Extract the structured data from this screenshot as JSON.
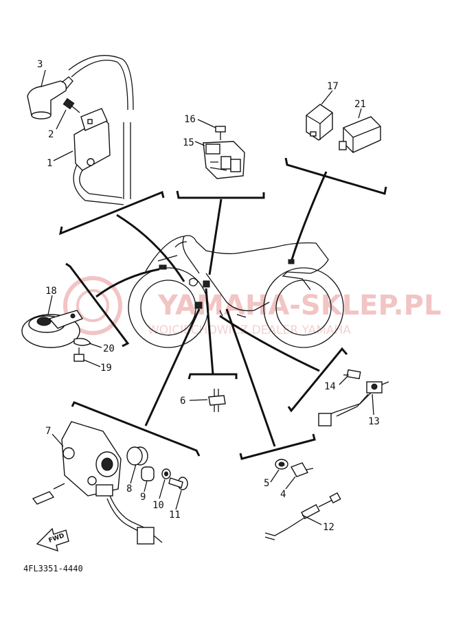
{
  "diagram": {
    "drawing_code": "4FL3351-4440",
    "fwd_label": "FWD",
    "watermark": {
      "title": "YAMAHA-SKLEP.PL",
      "subtitle": "WOJCIECHOWICZ DEALER YAMAHA",
      "color": "#e8a0a0"
    },
    "callouts": [
      {
        "id": "p1",
        "label": "1"
      },
      {
        "id": "p2",
        "label": "2"
      },
      {
        "id": "p3",
        "label": "3"
      },
      {
        "id": "p4",
        "label": "4"
      },
      {
        "id": "p5",
        "label": "5"
      },
      {
        "id": "p6",
        "label": "6"
      },
      {
        "id": "p7",
        "label": "7"
      },
      {
        "id": "p8",
        "label": "8"
      },
      {
        "id": "p9",
        "label": "9"
      },
      {
        "id": "p10",
        "label": "10"
      },
      {
        "id": "p11",
        "label": "11"
      },
      {
        "id": "p12",
        "label": "12"
      },
      {
        "id": "p13",
        "label": "13"
      },
      {
        "id": "p14",
        "label": "14"
      },
      {
        "id": "p15",
        "label": "15"
      },
      {
        "id": "p16",
        "label": "16"
      },
      {
        "id": "p17",
        "label": "17"
      },
      {
        "id": "p18",
        "label": "18"
      },
      {
        "id": "p19",
        "label": "19"
      },
      {
        "id": "p20",
        "label": "20"
      },
      {
        "id": "p21",
        "label": "21"
      }
    ]
  }
}
